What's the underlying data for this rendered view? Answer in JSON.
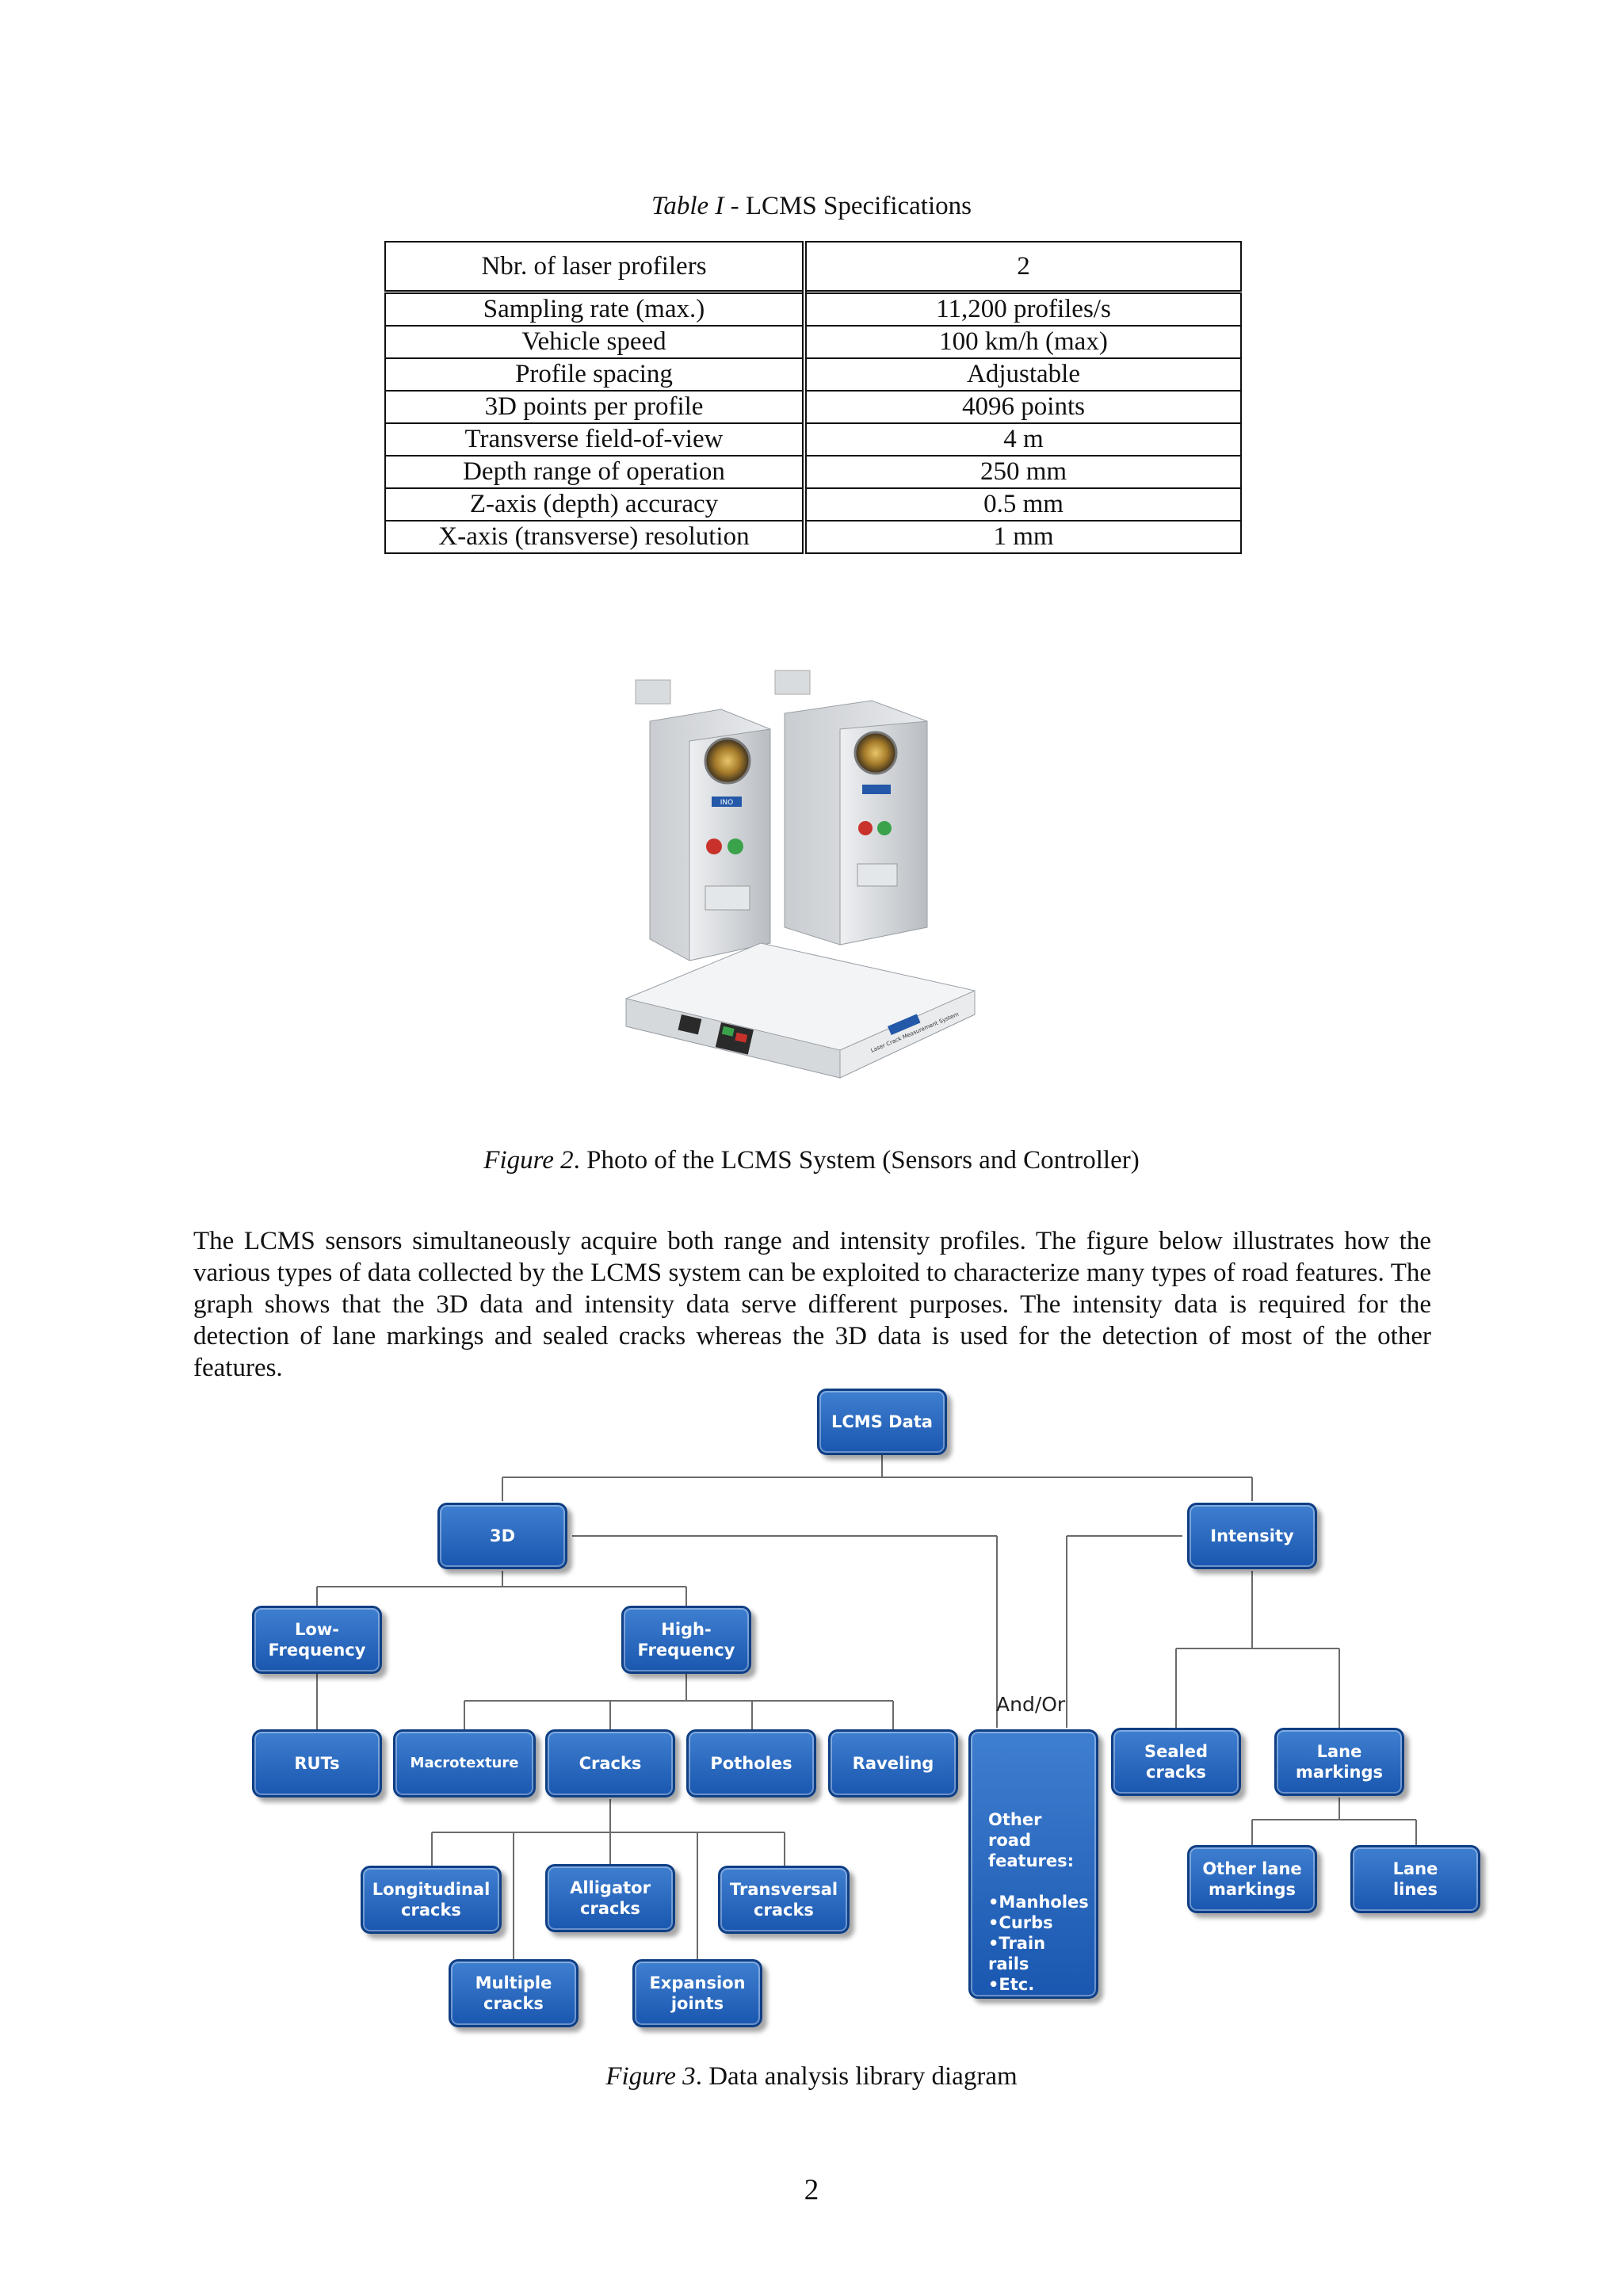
{
  "table": {
    "caption_italic": "Table I",
    "caption_rest": " - LCMS Specifications",
    "rows": [
      [
        "Nbr. of laser profilers",
        "2"
      ],
      [
        "Sampling rate (max.)",
        "11,200 profiles/s"
      ],
      [
        "Vehicle speed",
        "100 km/h (max)"
      ],
      [
        "Profile spacing",
        "Adjustable"
      ],
      [
        "3D points per profile",
        "4096 points"
      ],
      [
        "Transverse field-of-view",
        "4 m"
      ],
      [
        "Depth range of operation",
        "250 mm"
      ],
      [
        "Z-axis (depth) accuracy",
        "0.5 mm"
      ],
      [
        "X-axis (transverse) resolution",
        "1 mm"
      ]
    ]
  },
  "figure2": {
    "caption_italic": "Figure 2",
    "caption_rest": ". Photo of the LCMS System (Sensors and Controller)",
    "badge_text": "INO",
    "panel_text": "Laser Crack Measurement System"
  },
  "paragraph": "The LCMS sensors simultaneously acquire both range and intensity profiles. The figure below illustrates how the various types of data collected by the LCMS system can be exploited to characterize many types of road features. The graph shows that the 3D data and intensity data serve different purposes. The intensity data is required for the detection of lane markings and sealed cracks whereas the 3D data is used for the detection of most of the other features.",
  "diagram": {
    "andor_label": "And/Or",
    "nodes": {
      "lcms_data": "LCMS Data",
      "three_d": "3D",
      "intensity": "Intensity",
      "low_frequency": "Low-\nFrequency",
      "high_frequency": "High-\nFrequency",
      "ruts": "RUTs",
      "macrotexture": "Macrotexture",
      "cracks": "Cracks",
      "potholes": "Potholes",
      "raveling": "Raveling",
      "other_road_features": "Other road\nfeatures:\n\n•Manholes\n•Curbs\n•Train rails\n•Etc.",
      "sealed_cracks": "Sealed\ncracks",
      "lane_markings": "Lane\nmarkings",
      "longitudinal_cracks": "Longitudinal\ncracks",
      "alligator_cracks": "Alligator\ncracks",
      "transversal_cracks": "Transversal\ncracks",
      "multiple_cracks": "Multiple\ncracks",
      "expansion_joints": "Expansion\njoints",
      "other_lane_markings": "Other lane\nmarkings",
      "lane_lines": "Lane\nlines"
    }
  },
  "figure3": {
    "caption_italic": "Figure 3",
    "caption_rest": ". Data analysis library diagram"
  },
  "page_number": "2"
}
